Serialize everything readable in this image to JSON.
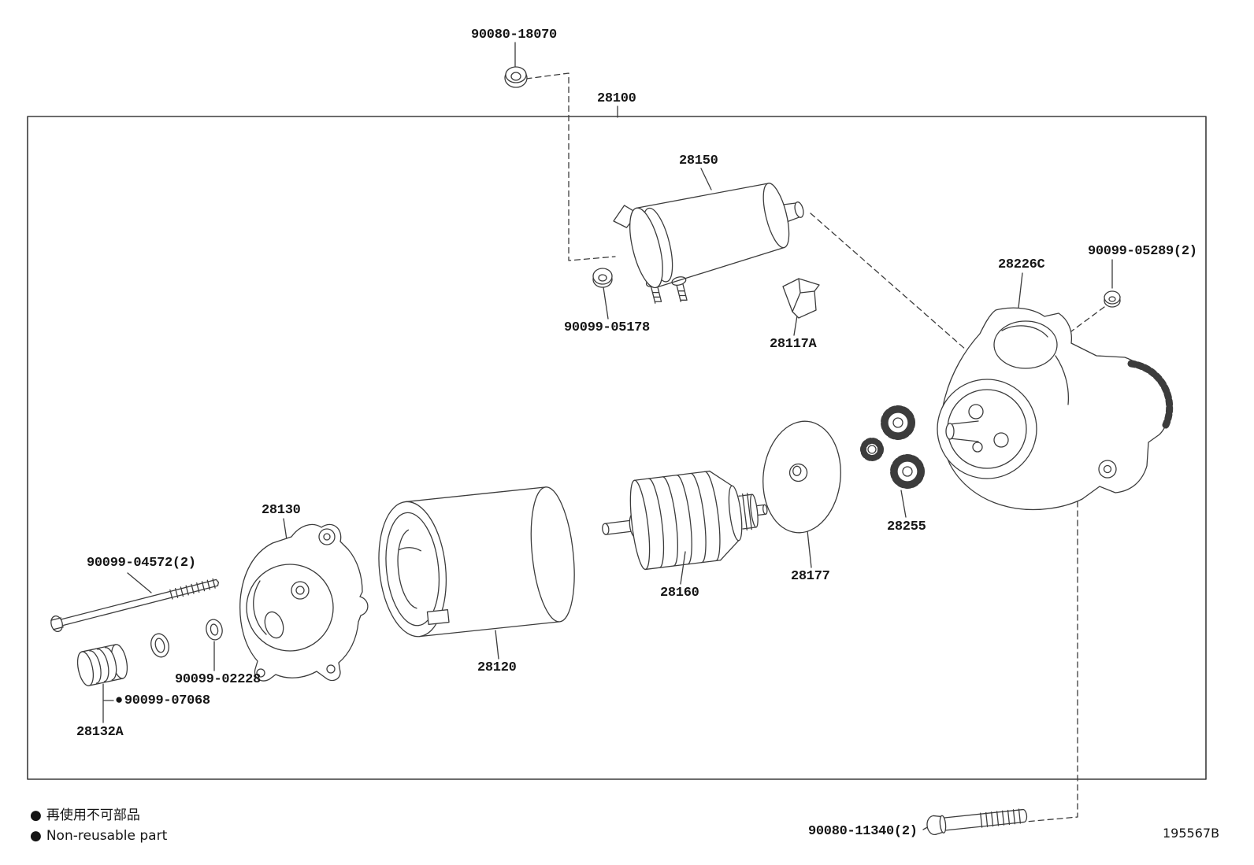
{
  "diagram": {
    "doc_code": "195567B",
    "labels": {
      "p90080_18070": "90080-18070",
      "p28100": "28100",
      "p28150": "28150",
      "p90099_05178": "90099-05178",
      "p28117A": "28117A",
      "p28226C": "28226C",
      "p90099_05289": "90099-05289(2)",
      "p28255": "28255",
      "p28177": "28177",
      "p28160": "28160",
      "p28120": "28120",
      "p28130": "28130",
      "p90099_04572": "90099-04572(2)",
      "p90099_02228": "90099-02228",
      "p90099_07068": "90099-07068",
      "p28132A": "28132A",
      "p90080_11340": "90080-11340(2)"
    },
    "legend": {
      "bullet": "●",
      "jp": "再使用不可部品",
      "en": "Non-reusable part"
    },
    "colors": {
      "line": "#3c3c3c",
      "text": "#151515",
      "background": "#ffffff"
    }
  }
}
